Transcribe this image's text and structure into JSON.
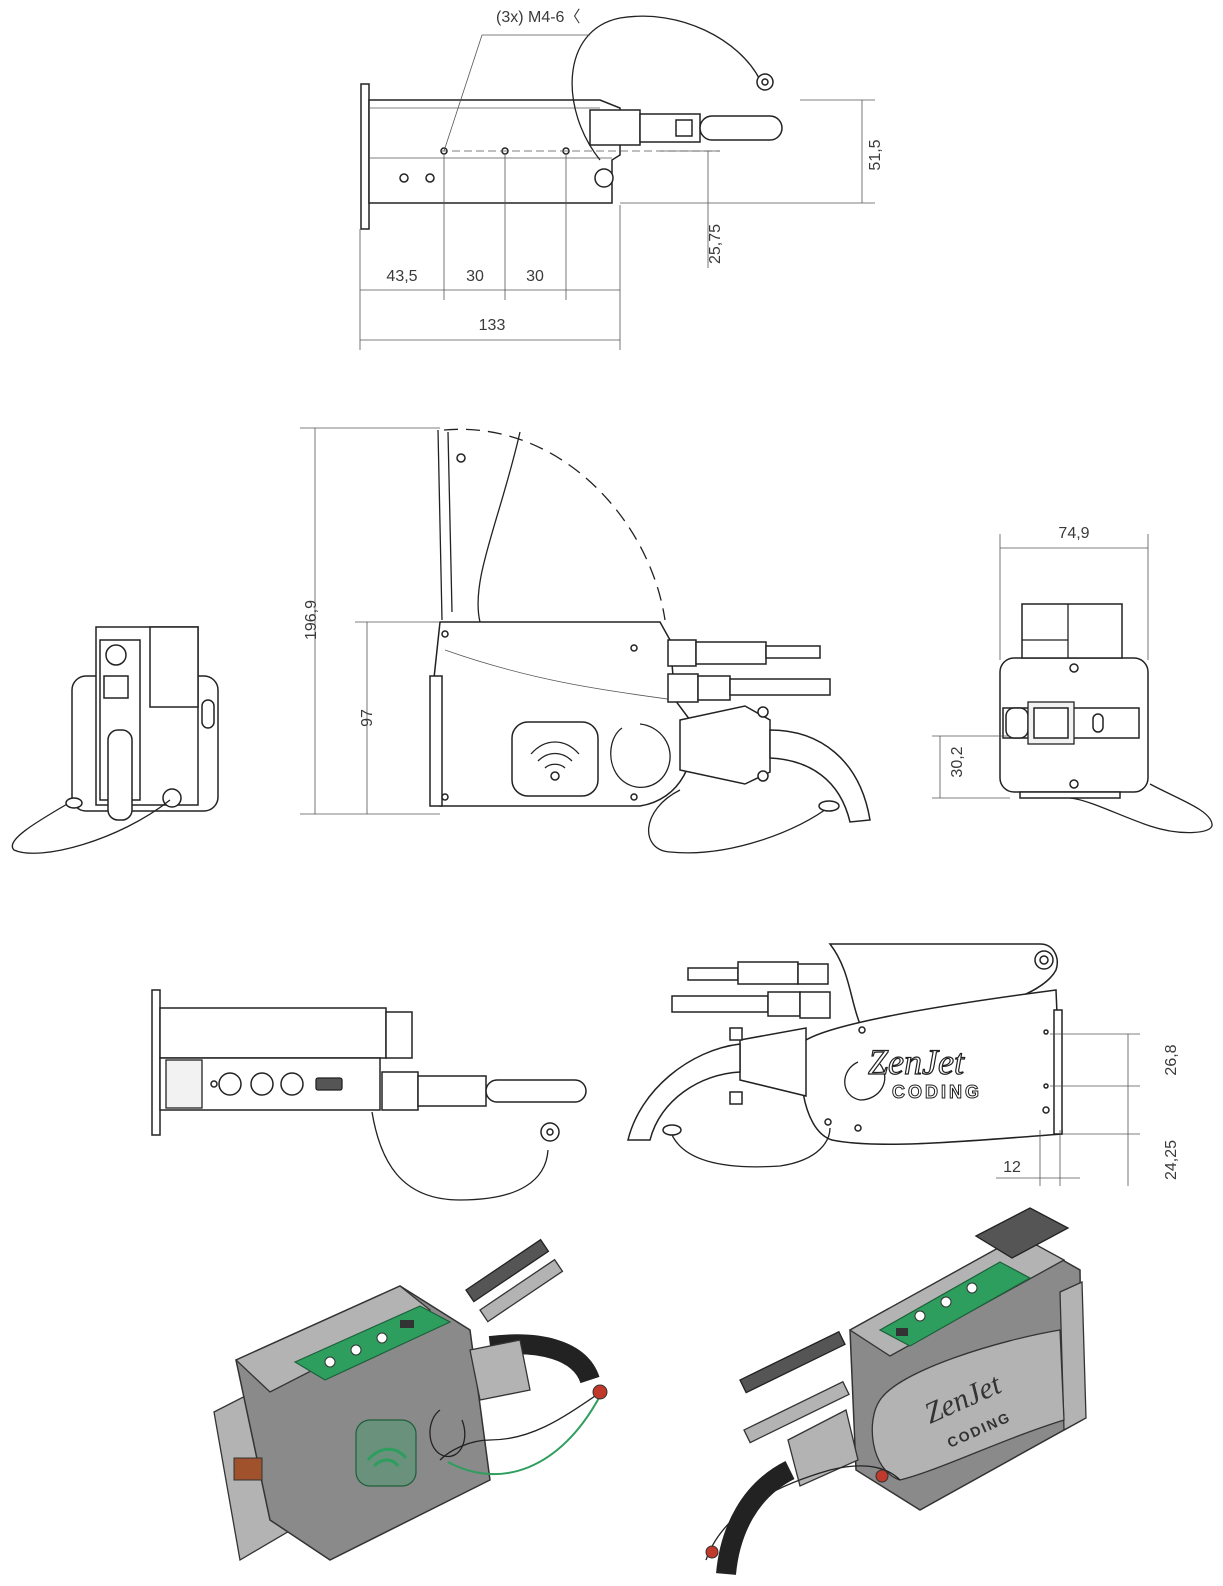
{
  "callouts": {
    "thread_note": "(3x) M4-6〈"
  },
  "dimensions": {
    "top_view": [
      "51,5",
      "25,75",
      "43,5",
      "30",
      "30",
      "133"
    ],
    "side_view": [
      "196,9",
      "97"
    ],
    "end_view": [
      "74,9",
      "30,2"
    ],
    "rear_view": [
      "26,8",
      "24,25",
      "12"
    ]
  },
  "colors": {
    "line": "#222222",
    "housing_grey": "#8a8a8a",
    "panel_green": "#2e9e5e"
  }
}
